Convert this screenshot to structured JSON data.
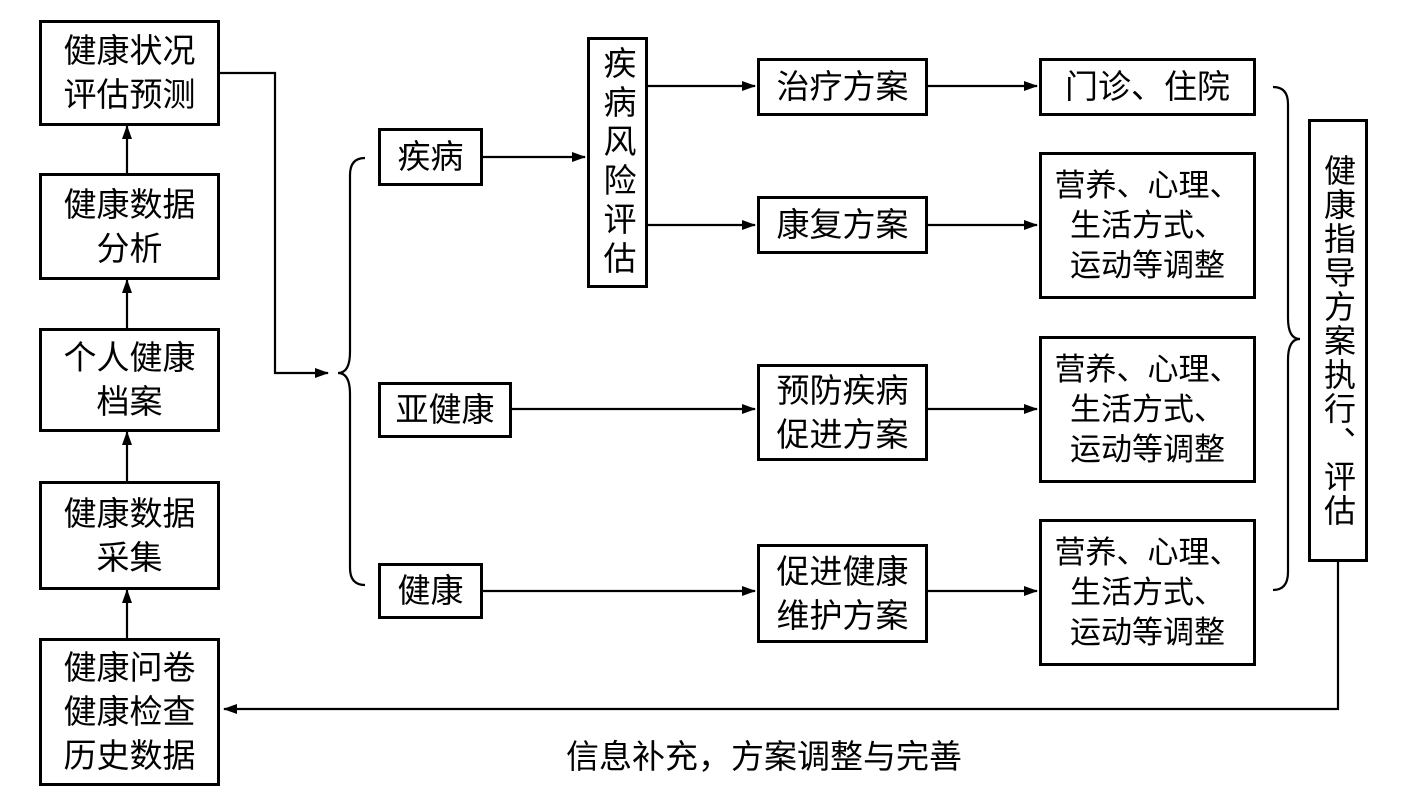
{
  "left_column": {
    "assessment": "健康状况\n评估预测",
    "analysis": "健康数据\n分析",
    "profile": "个人健康\n档案",
    "collection": "健康数据\n采集",
    "sources": "健康问卷\n健康检查\n历史数据"
  },
  "states": {
    "disease": "疾病",
    "subhealth": "亚健康",
    "healthy": "健康"
  },
  "risk_assessment": "疾病风险评估",
  "plans": {
    "treatment": "治疗方案",
    "rehab": "康复方案",
    "prevention": "预防疾病\n促进方案",
    "maintenance": "促进健康\n维护方案"
  },
  "outcomes": {
    "clinic": "门诊、住院",
    "lifestyle_1": "营养、心理、\n生活方式、\n运动等调整",
    "lifestyle_2": "营养、心理、\n生活方式、\n运动等调整",
    "lifestyle_3": "营养、心理、\n生活方式、\n运动等调整"
  },
  "execution": "健康指导方案执行、评估",
  "feedback_label": "信息补充，方案调整与完善"
}
